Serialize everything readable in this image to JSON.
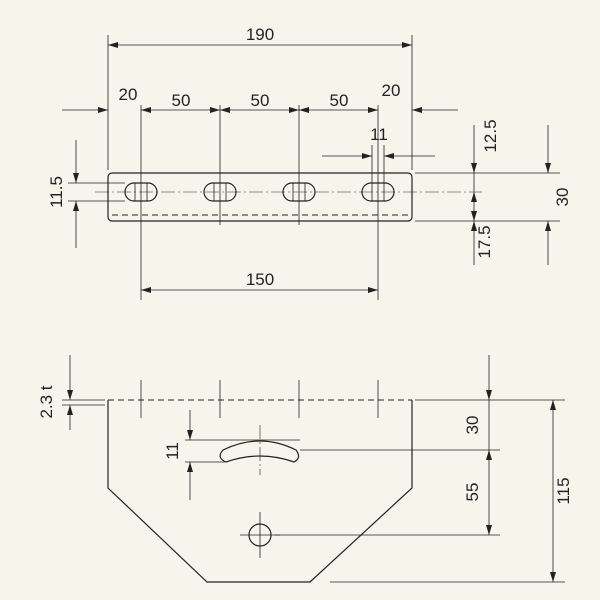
{
  "top_view": {
    "dims": {
      "overall_width": "190",
      "edge_left": "20",
      "pitch_1": "50",
      "pitch_2": "50",
      "pitch_3": "50",
      "edge_right": "20",
      "hole_span": "150",
      "slot_width": "11",
      "slot_height": "11.5",
      "edge_top": "12.5",
      "edge_bottom": "17.5",
      "flange_depth": "30"
    }
  },
  "front_view": {
    "dims": {
      "thickness": "2.3 t",
      "slot_width": "11",
      "slot_offset": "30",
      "hole_offset": "55",
      "overall_height": "115"
    }
  }
}
